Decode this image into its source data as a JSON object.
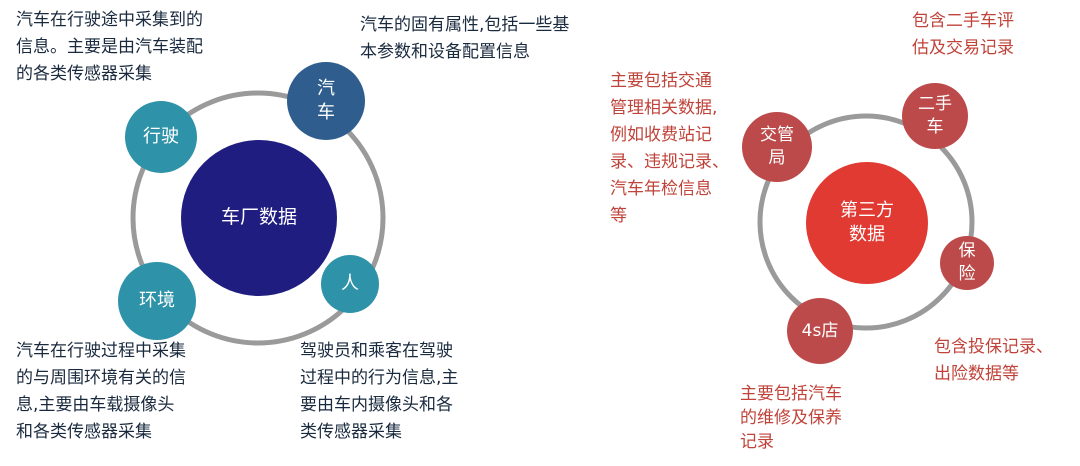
{
  "left": {
    "center": "车厂数据",
    "nodes": {
      "drive": "行驶",
      "car": "汽\n车",
      "env": "环境",
      "person": "人"
    },
    "descriptions": {
      "drive": "汽车在行驶途中采集到的\n信息。主要是由汽车装配\n的各类传感器采集",
      "car": "汽车的固有属性,包括一些基\n本参数和设备配置信息",
      "env": "汽车在行驶过程中采集\n的与周围环境有关的信\n息,主要由车载摄像头\n和各类传感器采集",
      "person": "驾驶员和乘客在驾驶\n过程中的行为信息,主\n要由车内摄像头和各\n类传感器采集"
    }
  },
  "right": {
    "center": "第三方\n数据",
    "nodes": {
      "traffic": "交管\n局",
      "used_car": "二手\n车",
      "insurance": "保\n险",
      "dealer": "4s店"
    },
    "descriptions": {
      "traffic": "主要包括交通\n管理相关数据,\n例如收费站记\n录、违规记录、\n汽车年检信息\n等",
      "used_car": "包含二手车评\n估及交易记录",
      "insurance": "包含投保记录、\n出险数据等",
      "dealer": "主要包括汽车\n的维修及保养\n记录"
    }
  },
  "colors": {
    "ring": "#9a9a9a",
    "teal": "#2e93a8",
    "slate": "#2f5e8e",
    "navy": "#1f1d80",
    "red": "#bd4a4a",
    "bright_red": "#e03a33",
    "dark_text": "#1a2a3e",
    "red_text": "#c0433a"
  }
}
